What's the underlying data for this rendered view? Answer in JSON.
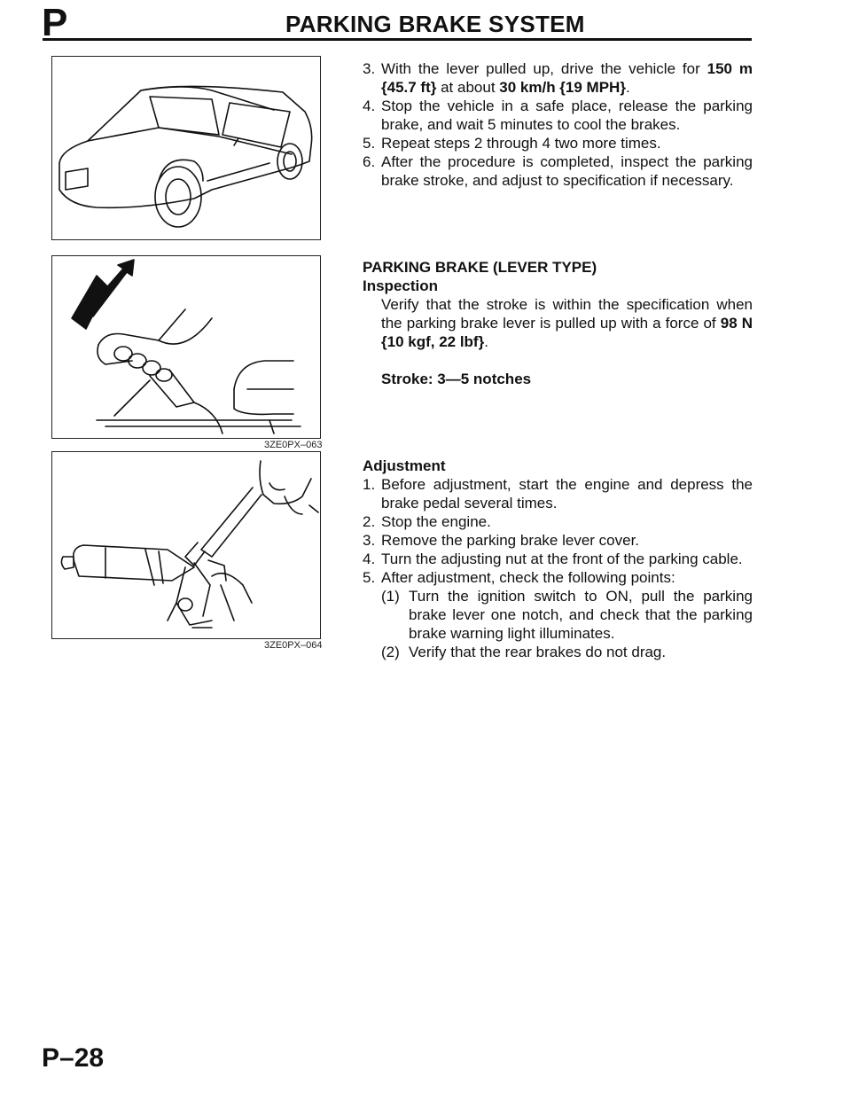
{
  "header": {
    "section_letter": "P",
    "title": "PARKING BRAKE SYSTEM"
  },
  "figures": {
    "fig2_code": "3ZE0PX–063",
    "fig3_code": "3ZE0PX–064"
  },
  "steps": {
    "s3_num": "3.",
    "s3_a": "With the lever pulled up, drive the vehicle for ",
    "s3_b": "150 m {45.7 ft}",
    "s3_c": " at about ",
    "s3_d": "30 km/h {19 MPH}",
    "s3_e": ".",
    "s4_num": "4.",
    "s4": "Stop the vehicle in a safe place, release the parking brake, and wait 5 minutes to cool the brakes.",
    "s5_num": "5.",
    "s5": "Repeat steps 2 through 4 two more times.",
    "s6_num": "6.",
    "s6": "After the procedure is completed, inspect the parking brake stroke, and adjust to specification if necessary."
  },
  "inspection": {
    "heading": "PARKING BRAKE (LEVER TYPE)",
    "subheading": "Inspection",
    "body_a": "Verify that the stroke is within the specification when the parking brake lever is pulled up with a force of ",
    "body_b": "98 N {10 kgf, 22 lbf}",
    "body_c": ".",
    "spec": "Stroke: 3—5 notches"
  },
  "adjustment": {
    "heading": "Adjustment",
    "a1_num": "1.",
    "a1": "Before adjustment, start the engine and depress the brake pedal several times.",
    "a2_num": "2.",
    "a2": "Stop the engine.",
    "a3_num": "3.",
    "a3": "Remove the parking brake lever cover.",
    "a4_num": "4.",
    "a4": "Turn the adjusting nut at the front of the parking cable.",
    "a5_num": "5.",
    "a5": "After adjustment, check the following points:",
    "a5_1_num": "(1)",
    "a5_1": "Turn the ignition switch to ON, pull the parking brake lever one notch, and check that the parking brake warning light illuminates.",
    "a5_2_num": "(2)",
    "a5_2": "Verify that the rear brakes do not drag."
  },
  "footer": {
    "page_number": "P–28"
  }
}
